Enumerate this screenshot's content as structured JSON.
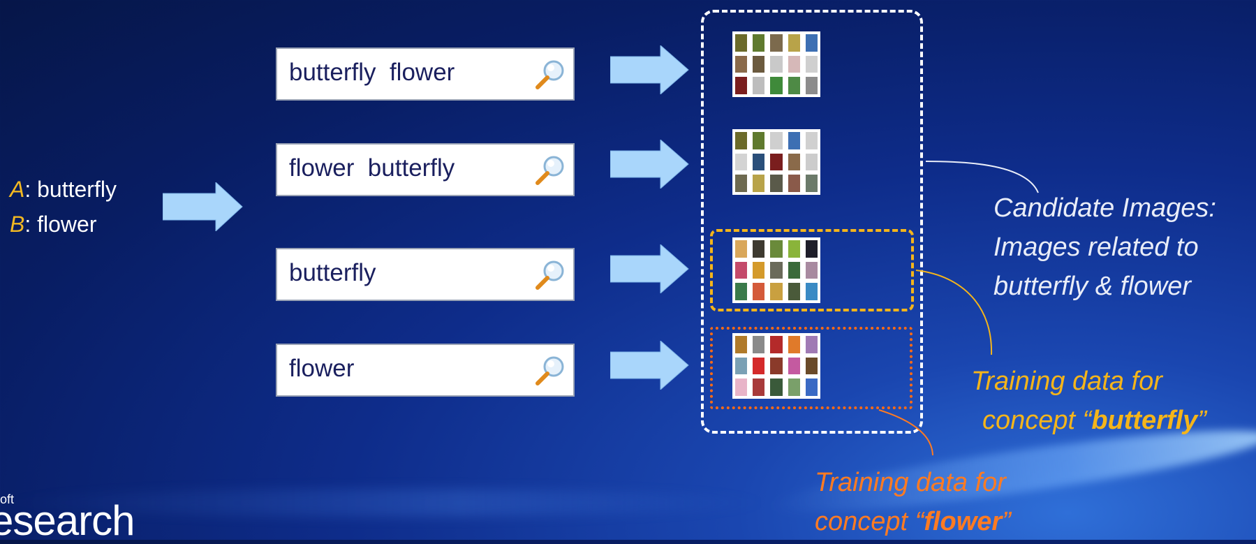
{
  "input": {
    "a_key": "A",
    "a_text": ": butterfly",
    "b_key": "B",
    "b_text": ": flower"
  },
  "queries": [
    {
      "text": "butterfly  flower",
      "icon": "magnifier-icon"
    },
    {
      "text": "flower  butterfly",
      "icon": "magnifier-icon"
    },
    {
      "text": "butterfly",
      "icon": "magnifier-icon"
    },
    {
      "text": "flower",
      "icon": "magnifier-icon"
    }
  ],
  "annotations": {
    "candidate": [
      "Candidate Images:",
      "Images related to",
      "butterfly & flower"
    ],
    "butterfly_line1": "Training data for",
    "butterfly_prefix": "concept “",
    "butterfly_concept": "butterfly",
    "butterfly_suffix": "”",
    "flower_line1": "Training data for",
    "flower_prefix": "concept “",
    "flower_concept": "flower",
    "flower_suffix": "”"
  },
  "logo": {
    "small": "oft",
    "big": "esearch"
  },
  "colors": {
    "candidate_text": "#e9edf8",
    "butterfly_text": "#f5b51a",
    "flower_text": "#ff7b22",
    "arrow_fill": "#a9d6fb"
  }
}
